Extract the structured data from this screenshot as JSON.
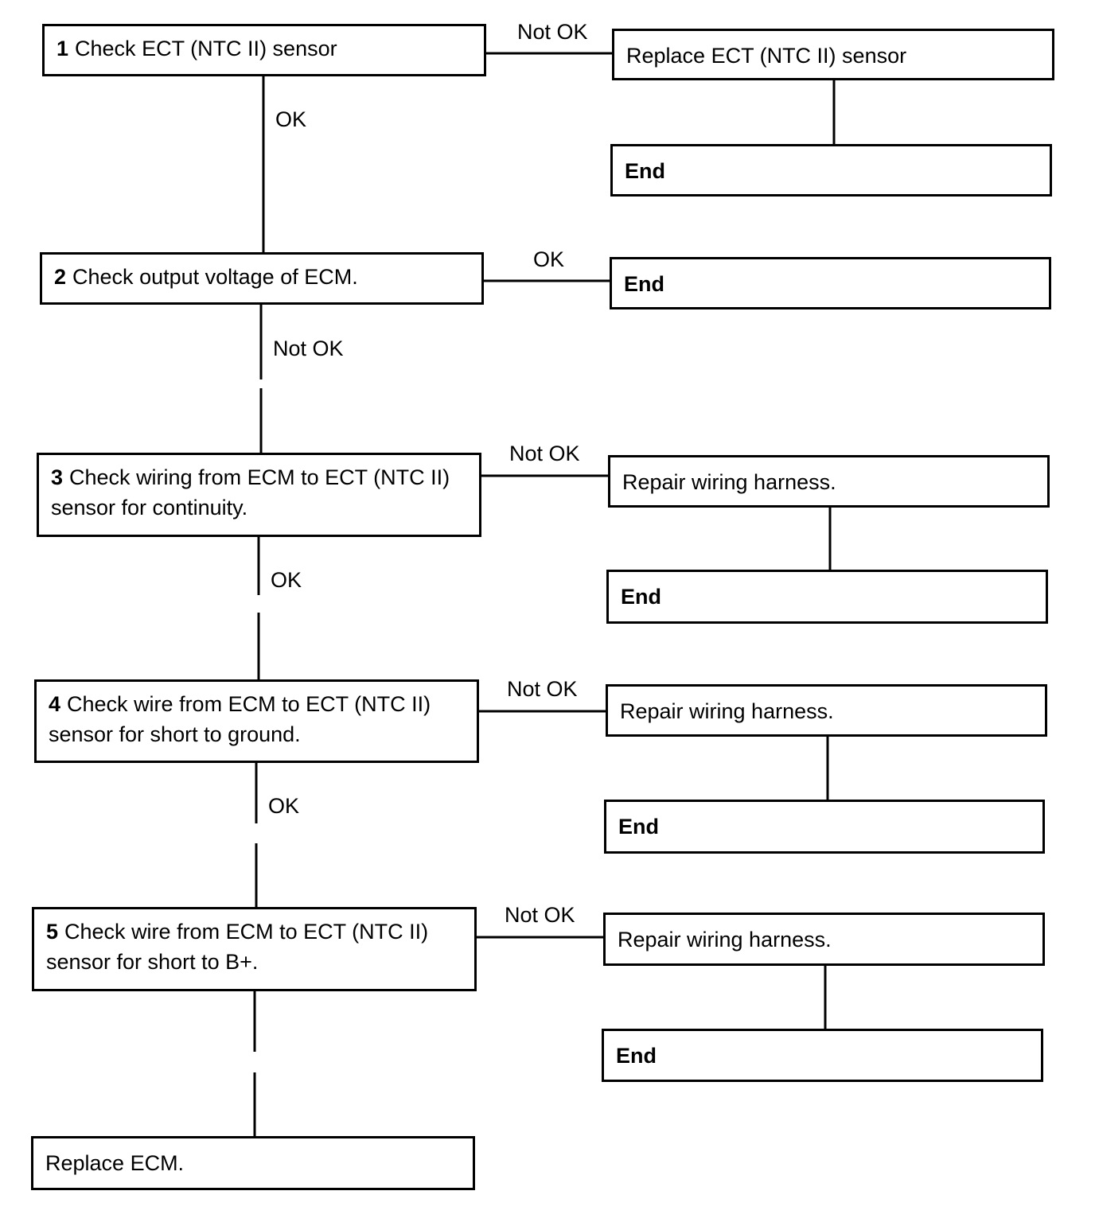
{
  "steps": [
    {
      "number": "1",
      "text": "Check ECT (NTC II) sensor",
      "fail_label": "Not OK",
      "next_label": "OK",
      "action": "Replace ECT (NTC II) sensor",
      "action_end": "End"
    },
    {
      "number": "2",
      "text": "Check output voltage of ECM.",
      "fail_label": "OK",
      "next_label": "Not OK",
      "end": "End"
    },
    {
      "number": "3",
      "text": "Check wiring from ECM to ECT (NTC II) sensor for continuity.",
      "fail_label": "Not OK",
      "next_label": "OK",
      "action": "Repair wiring harness.",
      "action_end": "End"
    },
    {
      "number": "4",
      "text": "Check wire from ECM to ECT (NTC II) sensor for short to ground.",
      "fail_label": "Not OK",
      "next_label": "OK",
      "action": "Repair wiring harness.",
      "action_end": "End"
    },
    {
      "number": "5",
      "text": "Check wire from ECM to ECT (NTC II) sensor for short to B+.",
      "fail_label": "Not OK",
      "action": "Repair wiring harness.",
      "action_end": "End"
    }
  ],
  "final": "Replace ECM."
}
